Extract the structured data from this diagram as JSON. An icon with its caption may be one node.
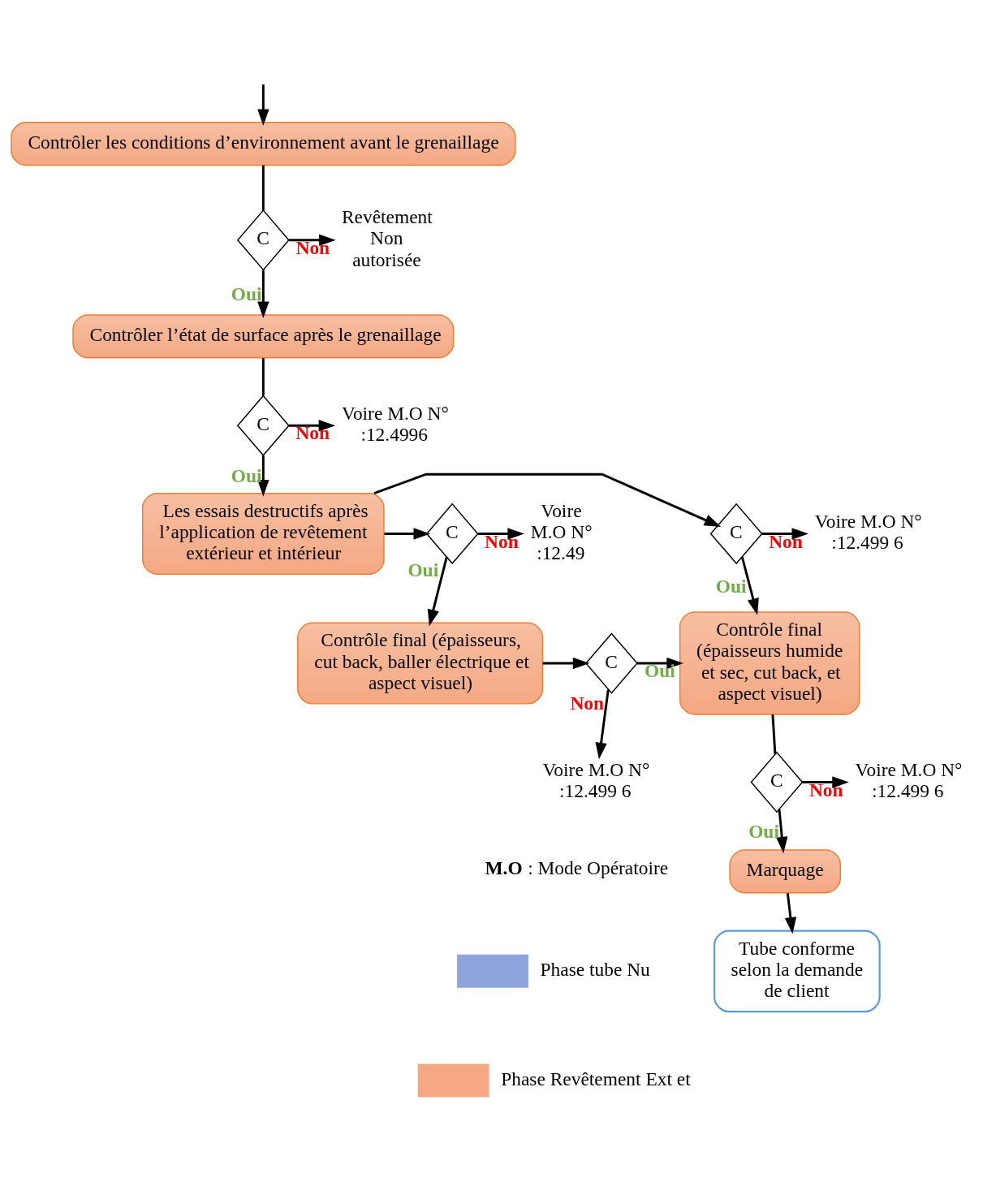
{
  "diagram": {
    "nodes": [
      {
        "text": [
          "Contrôler les conditions d’environnement avant le grenaillage"
        ]
      },
      {
        "text": [
          "C"
        ]
      },
      {
        "text": [
          "Revêtement Non autorisée"
        ]
      },
      {
        "text": [
          "Contrôler l’état de surface après le grenaillage"
        ]
      },
      {
        "text": [
          "C"
        ]
      },
      {
        "text": [
          "Voire M.O N° :12.4996"
        ]
      },
      {
        "text": [
          "Les essais destructifs après l’application de revêtement extérieur et intérieur"
        ]
      },
      {
        "text": [
          "C"
        ]
      },
      {
        "text": [
          "Voire M.O N° :12.49"
        ]
      },
      {
        "text": [
          "C"
        ]
      },
      {
        "text": [
          "Voire M.O N° :12.499 6"
        ]
      },
      {
        "text": [
          "Contrôle final (épaisseurs, cut back, baller électrique et aspect visuel)"
        ]
      },
      {
        "text": [
          "Contrôle final (épaisseurs humide et sec, cut back, et aspect visuel)"
        ]
      },
      {
        "text": [
          "C"
        ]
      },
      {
        "text": [
          "Voire M.O N° :12.499 6"
        ]
      },
      {
        "text": [
          "C"
        ]
      },
      {
        "text": [
          "Voire M.O N° :12.499 6"
        ]
      },
      {
        "text": [
          "Marquage"
        ]
      },
      {
        "text": [
          "Tube conforme selon la demande de client"
        ]
      }
    ],
    "edges": [
      {
        "from": null,
        "to": 0,
        "arrow": "to"
      },
      {
        "from": 0,
        "to": 1,
        "arrow": "none"
      },
      {
        "from": 1,
        "to": 2,
        "arrow": "to",
        "label": "Non"
      },
      {
        "from": 1,
        "to": 3,
        "arrow": "to",
        "label": "Oui"
      },
      {
        "from": 3,
        "to": 4,
        "arrow": "none"
      },
      {
        "from": 4,
        "to": 5,
        "arrow": "to",
        "label": "Non"
      },
      {
        "from": 4,
        "to": 6,
        "arrow": "to",
        "label": "Oui"
      },
      {
        "from": 6,
        "to": 7,
        "arrow": "to"
      },
      {
        "from": 7,
        "to": 8,
        "arrow": "to",
        "label": "Non"
      },
      {
        "from": 7,
        "to": 11,
        "arrow": "to",
        "label": "Oui"
      },
      {
        "from": 6,
        "to": 9,
        "arrow": "to"
      },
      {
        "from": 9,
        "to": 10,
        "arrow": "to",
        "label": "Non"
      },
      {
        "from": 9,
        "to": 12,
        "arrow": "to",
        "label": "Oui"
      },
      {
        "from": 11,
        "to": 13,
        "arrow": "to"
      },
      {
        "from": 13,
        "to": 12,
        "arrow": "to",
        "label": "Oui"
      },
      {
        "from": 13,
        "to": 14,
        "arrow": "to",
        "label": "Non"
      },
      {
        "from": 12,
        "to": 15,
        "arrow": "none"
      },
      {
        "from": 15,
        "to": 16,
        "arrow": "to",
        "label": "Non"
      },
      {
        "from": 15,
        "to": 17,
        "arrow": "to",
        "label": "Oui"
      },
      {
        "from": 17,
        "to": 18,
        "arrow": "to"
      }
    ],
    "labels": [
      "**M.O** : Mode Opératoire"
    ],
    "legend": [
      {
        "text": "Phase tube Nu",
        "color": "#8ea5dc"
      },
      {
        "text": "Phase Revêtement Ext et",
        "color": "#f5a882"
      }
    ]
  }
}
